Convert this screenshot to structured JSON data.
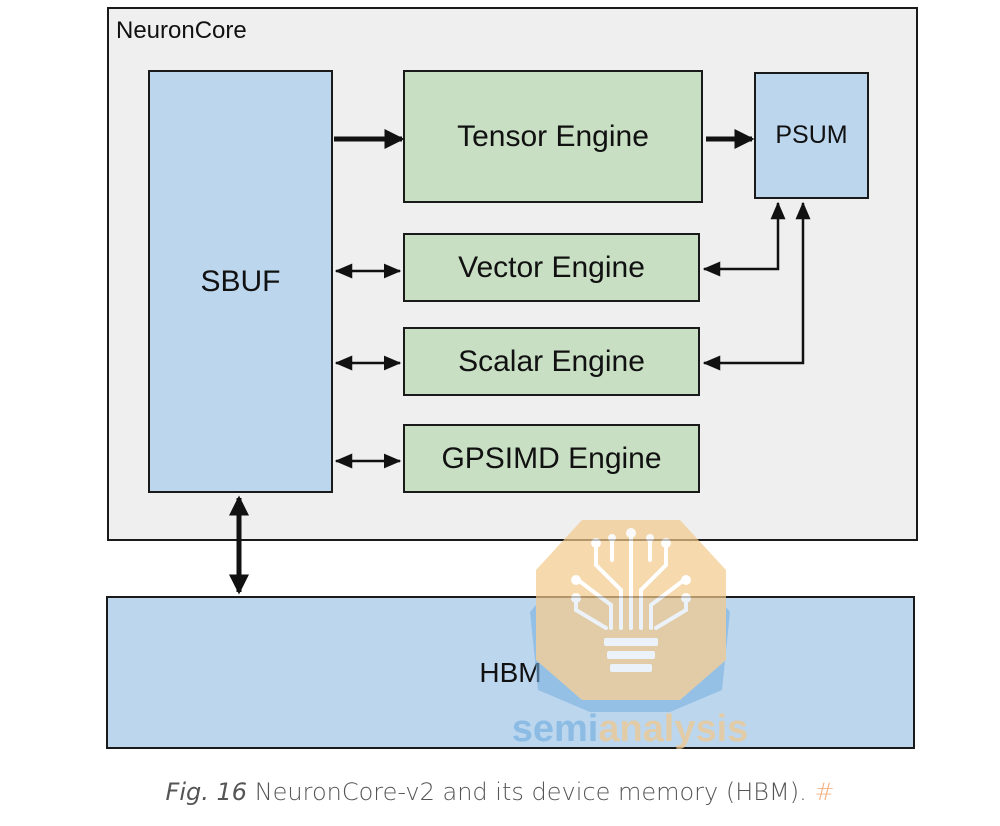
{
  "diagram": {
    "container_label": "NeuronCore",
    "blocks": {
      "sbuf": "SBUF",
      "tensor_engine": "Tensor Engine",
      "psum": "PSUM",
      "vector_engine": "Vector Engine",
      "scalar_engine": "Scalar Engine",
      "gpsimd_engine": "GPSIMD Engine",
      "hbm": "HBM"
    },
    "colors": {
      "memory_block": "#bcd6ee",
      "engine_block": "#c8dfc4",
      "container_background": "#efefef",
      "watermark_orange": "#f3c98b",
      "watermark_blue": "#79b2e0"
    },
    "connections": [
      {
        "from": "SBUF",
        "to": "Tensor Engine",
        "direction": "one-way"
      },
      {
        "from": "Tensor Engine",
        "to": "PSUM",
        "direction": "one-way"
      },
      {
        "from": "SBUF",
        "to": "Vector Engine",
        "direction": "two-way"
      },
      {
        "from": "SBUF",
        "to": "Scalar Engine",
        "direction": "two-way"
      },
      {
        "from": "SBUF",
        "to": "GPSIMD Engine",
        "direction": "two-way"
      },
      {
        "from": "Vector Engine",
        "to": "PSUM",
        "direction": "two-way"
      },
      {
        "from": "Scalar Engine",
        "to": "PSUM",
        "direction": "two-way"
      },
      {
        "from": "SBUF",
        "to": "HBM",
        "direction": "two-way"
      }
    ]
  },
  "watermark": {
    "text_part1": "semi",
    "text_part2": "analysis",
    "icon": "circuit-lightbulb-icon"
  },
  "caption": {
    "fig_number": "Fig. 16",
    "text": "NeuronCore-v2 and its device memory (HBM).",
    "anchor": "#"
  }
}
